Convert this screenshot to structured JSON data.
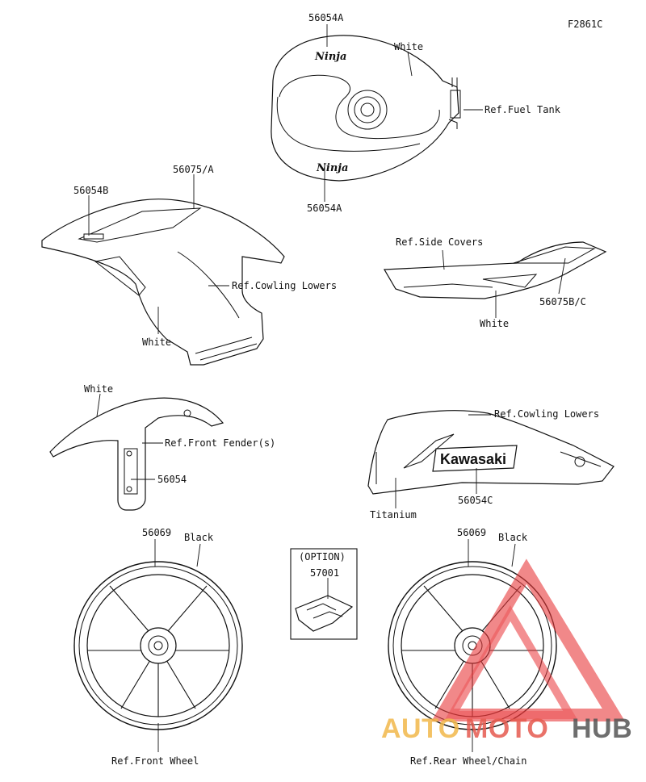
{
  "figure_code": "F2861C",
  "callouts": {
    "tank_top": "56054A",
    "tank_bottom": "56054A",
    "tank_color": "White",
    "ref_fuel_tank": "Ref.Fuel Tank",
    "cowl_part_a": "56075/A",
    "cowl_part_b": "56054B",
    "ref_cowling_lowers_upper": "Ref.Cowling Lowers",
    "cowl_color": "White",
    "ref_side_covers": "Ref.Side Covers",
    "side_cover_part": "56075B/C",
    "side_cover_color": "White",
    "fender_color": "White",
    "ref_front_fender": "Ref.Front Fender(s)",
    "fender_part": "56054",
    "ref_cowling_lowers_lower": "Ref.Cowling Lowers",
    "lower_part": "56054C",
    "lower_color": "Titanium",
    "front_wheel_part": "56069",
    "front_wheel_color": "Black",
    "ref_front_wheel": "Ref.Front Wheel",
    "option_label": "(OPTION)",
    "option_part": "57001",
    "rear_wheel_part": "56069",
    "rear_wheel_color": "Black",
    "ref_rear_wheel": "Ref.Rear Wheel/Chain"
  },
  "decals": {
    "ninja_top": "Ninja",
    "ninja_bottom": "Ninja",
    "kawasaki": "Kawasaki"
  },
  "watermark": {
    "part1": "AUTO",
    "part2": "MOTO",
    "part3": "HUB",
    "colors": {
      "auto": "#f2b84b",
      "moto": "#e65a4f",
      "hub": "#555555",
      "triangle": "#e8383a"
    }
  }
}
